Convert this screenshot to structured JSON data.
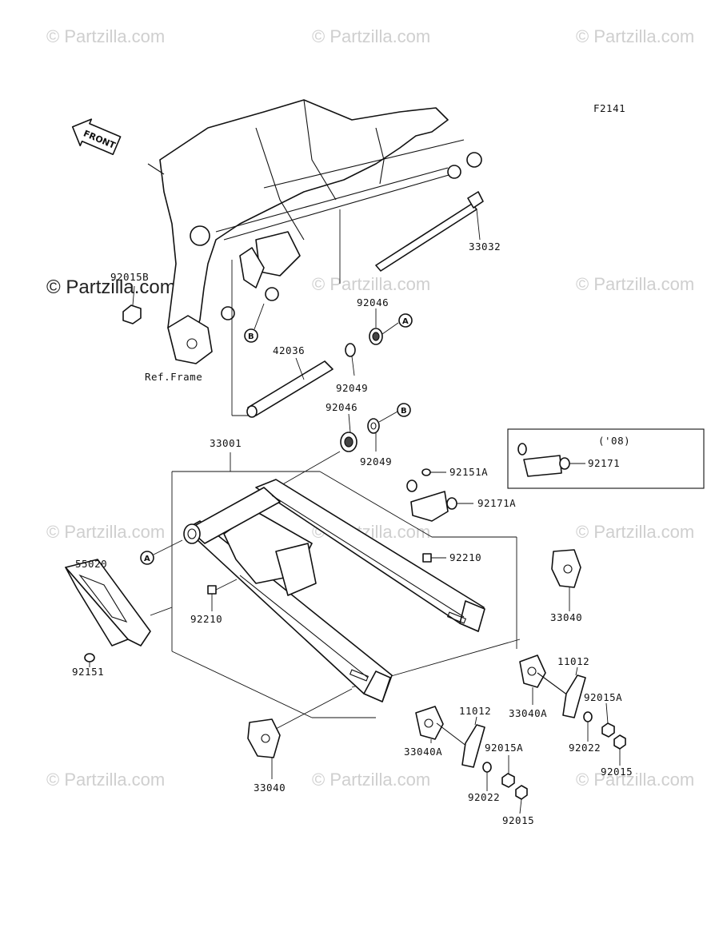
{
  "diagram_code": "F2141",
  "front_label": "FRONT",
  "ref_frame": "Ref.Frame",
  "year_note": "('08)",
  "watermarks": {
    "text": "© Partzilla.com",
    "prominent": "© Partzilla.com"
  },
  "callouts": {
    "a": "A",
    "b": "B"
  },
  "parts": {
    "p33032": "33032",
    "p92015b": "92015B",
    "p92046_top": "92046",
    "p42036": "42036",
    "p92049_top": "92049",
    "p92046_mid": "92046",
    "p92049_mid": "92049",
    "p33001": "33001",
    "p92151a": "92151A",
    "p92171": "92171",
    "p92171a": "92171A",
    "p55020": "55020",
    "p92210_right": "92210",
    "p92210_left": "92210",
    "p33040_right": "33040",
    "p92151": "92151",
    "p11012_right": "11012",
    "p33040a_right": "33040A",
    "p92015a_right": "92015A",
    "p92022_right": "92022",
    "p92015_right": "92015",
    "p11012_left": "11012",
    "p33040a_left": "33040A",
    "p92015a_left": "92015A",
    "p92022_left": "92022",
    "p92015_left": "92015",
    "p33040_left": "33040"
  }
}
